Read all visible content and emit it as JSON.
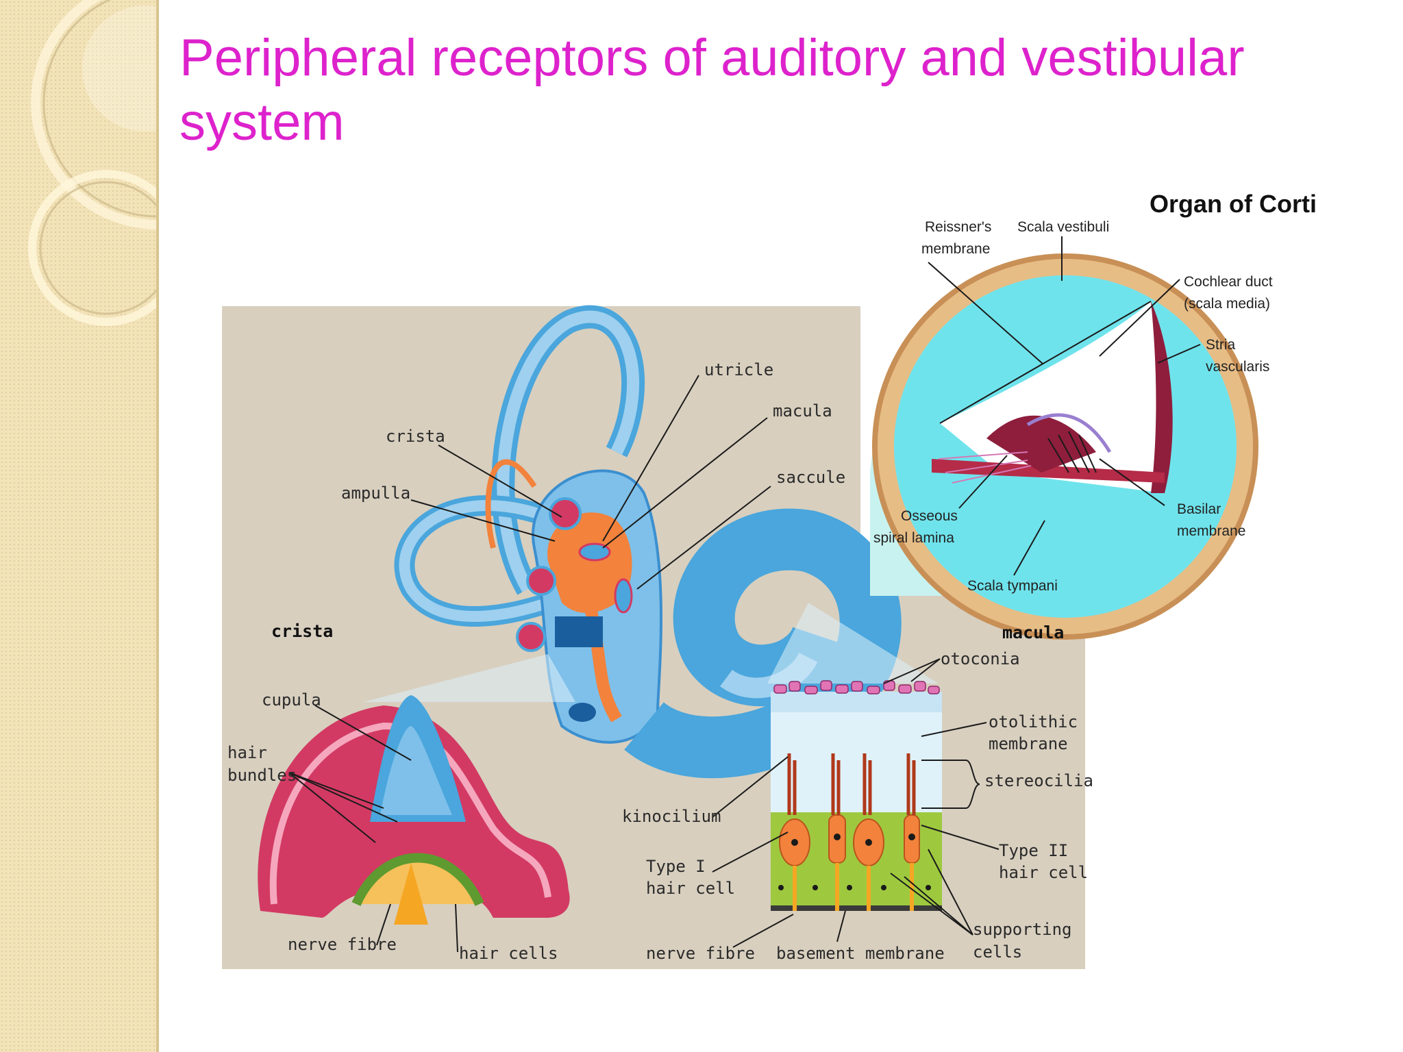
{
  "slide": {
    "title": "Peripheral receptors of auditory and vestibular system"
  },
  "vestibular": {
    "labels": {
      "utricle": "utricle",
      "macula": "macula",
      "crista": "crista",
      "saccule": "saccule",
      "ampulla": "ampulla"
    },
    "crista_panel": {
      "heading": "crista",
      "cupula": "cupula",
      "hair": "hair",
      "bundles": "bundles",
      "nerve_fibre": "nerve fibre",
      "hair_cells": "hair cells"
    },
    "macula_panel": {
      "heading": "macula",
      "otoconia": "otoconia",
      "otolithic": "otolithic",
      "membrane": "membrane",
      "stereocilia": "stereocilia",
      "kinocilium": "kinocilium",
      "type_i_line1": "Type I",
      "type_i_line2": "hair cell",
      "type_ii_line1": "Type II",
      "type_ii_line2": "hair cell",
      "supporting_line1": "supporting",
      "supporting_line2": "cells",
      "nerve_fibre": "nerve fibre",
      "basement_membrane": "basement membrane"
    }
  },
  "corti": {
    "title": "Organ of Corti",
    "reissner_line1": "Reissner's",
    "reissner_line2": "membrane",
    "scala_vestibuli": "Scala vestibuli",
    "cochlear_duct_line1": "Cochlear duct",
    "cochlear_duct_line2": "(scala media)",
    "stria_line1": "Stria",
    "stria_line2": "vascularis",
    "osseous_line1": "Osseous",
    "osseous_line2": "spiral lamina",
    "basilar_line1": "Basilar",
    "basilar_line2": "membrane",
    "scala_tympani": "Scala tympani"
  },
  "colors": {
    "title": "#dd22cc",
    "panel_background": "#d8cfbf",
    "labyrinth_blue": "#4aa6dc",
    "membranous_orange": "#f2823c",
    "crista_red": "#d23a63",
    "cochlea_cyan": "#6fe3ec"
  }
}
